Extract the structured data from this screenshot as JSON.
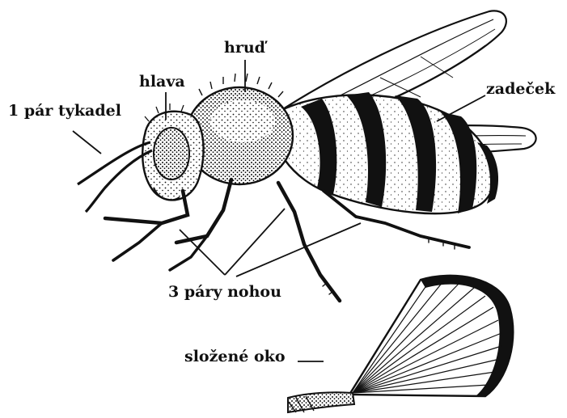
{
  "labels": {
    "head": "hlava",
    "thorax": "hruď",
    "antennae": "1 pár tykadel",
    "abdomen": "zadeček",
    "legs": "3 páry nohou",
    "compound_eye": "složené oko"
  },
  "colors": {
    "ink": "#111111",
    "background": "#ffffff"
  }
}
